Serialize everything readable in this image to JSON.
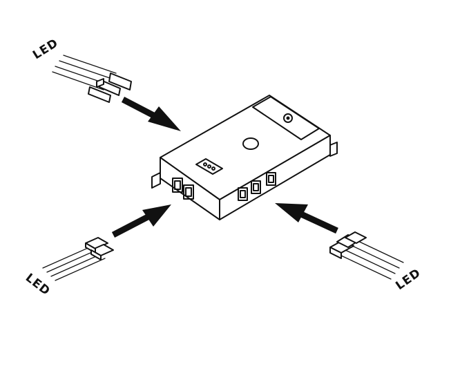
{
  "labels": {
    "top_left": "LED",
    "bottom_left": "LED",
    "bottom_right": "LED"
  },
  "colors": {
    "ink": "#111111",
    "background": "#ffffff"
  }
}
